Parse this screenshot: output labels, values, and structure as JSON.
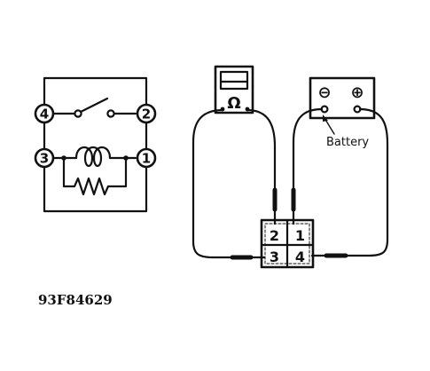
{
  "schematic": {
    "terminals": [
      "4",
      "2",
      "3",
      "1"
    ]
  },
  "meter": {
    "symbol": "Ω"
  },
  "battery": {
    "neg_symbol": "⊖",
    "pos_symbol": "⊕",
    "label": "Battery"
  },
  "connector": {
    "pins": [
      "2",
      "1",
      "3",
      "4"
    ]
  },
  "figure_code": "93F84629"
}
